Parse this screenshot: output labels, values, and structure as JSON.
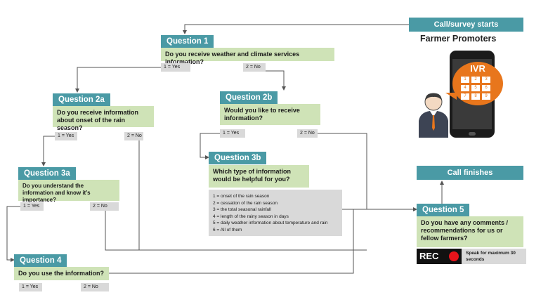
{
  "start_label": "Call/survey starts",
  "farmer_title": "Farmer Promoters",
  "ivr_label": "IVR",
  "keypad": [
    "1",
    "2",
    "3",
    "4",
    "5",
    "6",
    "7",
    "8",
    "9"
  ],
  "q1": {
    "head": "Question 1",
    "text": "Do you receive weather and climate services information?",
    "yes": "1 = Yes",
    "no": "2 = No"
  },
  "q2a": {
    "head": "Question 2a",
    "text": "Do you receive information about onset of the rain season?",
    "yes": "1 = Yes",
    "no": "2 = No"
  },
  "q2b": {
    "head": "Question 2b",
    "text": "Would you like to receive information?",
    "yes": "1 = Yes",
    "no": "2 = No"
  },
  "q3a": {
    "head": "Question 3a",
    "text": "Do you understand the information and know it’s importance?",
    "yes": "1 = Yes",
    "no": "2 = No"
  },
  "q3b": {
    "head": "Question 3b",
    "text": "Which type of information would be helpful for you?",
    "options": [
      "1 = onset of the rain season",
      "2 = cessation of the rain season",
      "3 = the total seasonal rainfall",
      "4 = length of the rainy season in days",
      "5 = daily weather information about temperature and rain",
      "6 = All of them"
    ]
  },
  "q4": {
    "head": "Question 4",
    "text": "Do you use the information?",
    "yes": "1 = Yes",
    "no": "2 = No"
  },
  "q5": {
    "head": "Question 5",
    "text": "Do you have any comments / recommendations for us or fellow farmers?"
  },
  "finish_label": "Call finishes",
  "rec_label": "REC",
  "rec_note": "Speak for maximum 30 seconds",
  "colors": {
    "teal": "#4a9aa5",
    "green": "#cfe3b7",
    "grey": "#d9d9d9",
    "rec_red": "#e8141b",
    "bubble": "#e8761c"
  }
}
